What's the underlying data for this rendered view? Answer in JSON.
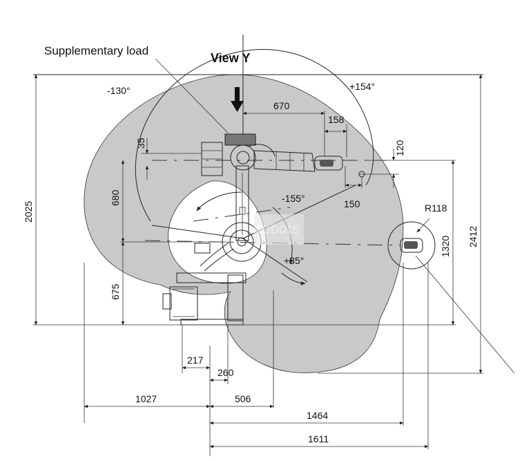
{
  "labels": {
    "supplementary_load": "Supplementary load",
    "view": "View Y",
    "watermark": "robots"
  },
  "angles": {
    "neg130": "-130°",
    "pos154": "+154°",
    "neg155": "-155°",
    "pos35": "+35°"
  },
  "dimensions": {
    "d670": "670",
    "d158": "158",
    "d120": "120",
    "d150": "150",
    "d35": "35",
    "d680": "680",
    "d2025": "2025",
    "d675": "675",
    "r118": "R118",
    "d1320": "1320",
    "d2412": "2412",
    "d217": "217",
    "d260": "260",
    "d1027": "1027",
    "d506": "506",
    "d1464": "1464",
    "d1611": "1611"
  },
  "colors": {
    "envelope_fill": "#c9c9c9",
    "line": "#222222",
    "background": "#ffffff"
  }
}
